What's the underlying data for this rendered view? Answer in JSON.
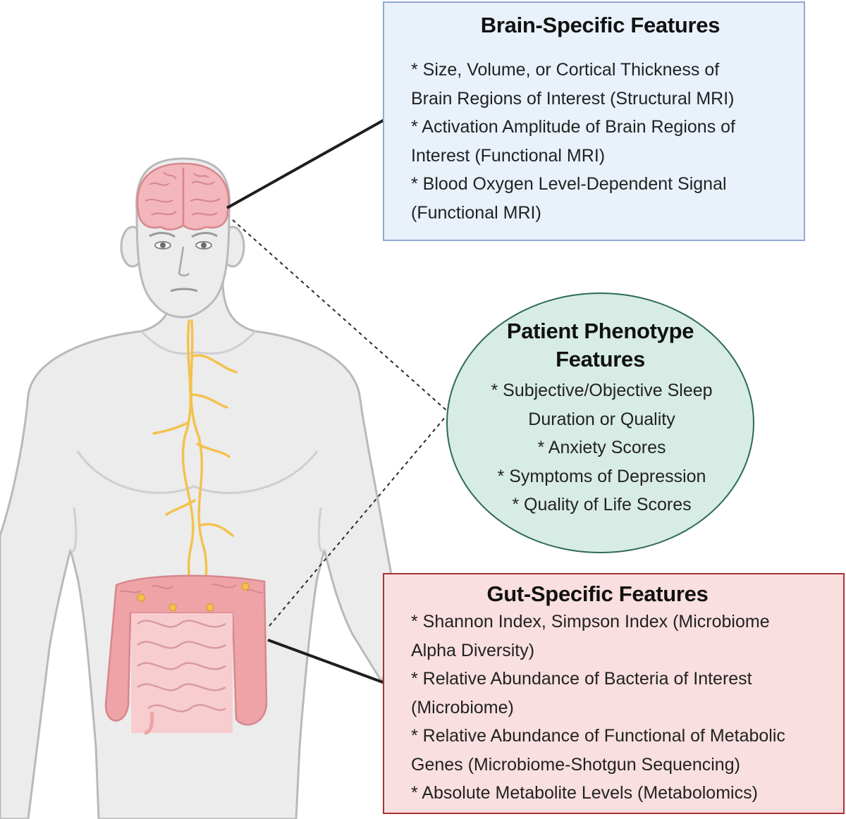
{
  "brain_box": {
    "title": "Brain-Specific Features",
    "items": [
      "* Size, Volume, or Cortical Thickness of",
      "Brain Regions of Interest (Structural MRI)",
      "* Activation Amplitude of Brain Regions of",
      "Interest (Functional MRI)",
      "* Blood Oxygen Level-Dependent Signal",
      "(Functional MRI)"
    ]
  },
  "phenotype_circle": {
    "title_line1": "Patient Phenotype",
    "title_line2": "Features",
    "items": [
      "* Subjective/Objective Sleep",
      "Duration or Quality",
      "* Anxiety Scores",
      "* Symptoms of Depression",
      "* Quality of Life Scores"
    ]
  },
  "gut_box": {
    "title": "Gut-Specific Features",
    "items": [
      "* Shannon Index, Simpson Index (Microbiome",
      "Alpha Diversity)",
      "* Relative Abundance of Bacteria of Interest",
      "(Microbiome)",
      "* Relative Abundance of Functional of Metabolic",
      "Genes (Microbiome-Shotgun Sequencing)",
      "* Absolute Metabolite Levels (Metabolomics)"
    ]
  },
  "colors": {
    "brain_box_fill": "#e9f1fb",
    "brain_box_border": "#8fa9d2",
    "phenotype_fill": "#d7ece4",
    "phenotype_border": "#2e6b52",
    "gut_box_fill": "#f9dfe0",
    "gut_box_border": "#a8323a",
    "body_fill": "#ececec",
    "body_outline": "#b9b9b9",
    "nerve": "#f3c24e",
    "brain": "#f2b6bb",
    "intestine": "#eea3a7"
  }
}
